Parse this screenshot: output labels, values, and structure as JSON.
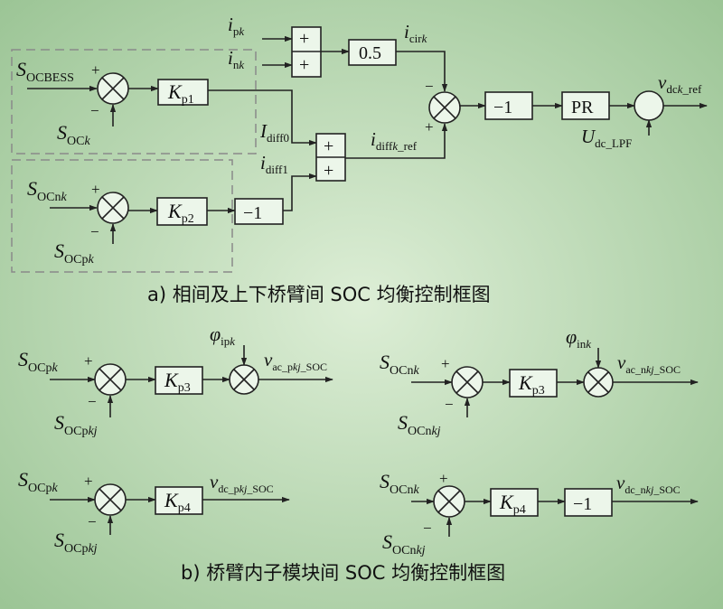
{
  "colors": {
    "background_center": "#ddeed6",
    "background_edge": "#9cc596",
    "block_fill": "#ecf6ea",
    "line": "#222222",
    "dashed_frame": "#8a8a8a"
  },
  "icons": [
    "summing-junction-icon",
    "signal-arrow-icon"
  ],
  "part_a": {
    "caption": "a) 相间及上下桥臂间 SOC 均衡控制框图",
    "soc_bess": {
      "main": "S",
      "sub": "OCBESS"
    },
    "soc_k": {
      "main": "S",
      "sub": "OC",
      "sub_it": "k"
    },
    "soc_nk": {
      "main": "S",
      "sub": "OCn",
      "sub_it": "k"
    },
    "soc_pk": {
      "main": "S",
      "sub": "OCp",
      "sub_it": "k"
    },
    "kp1": {
      "main": "K",
      "sub": "p1"
    },
    "kp2": {
      "main": "K",
      "sub": "p2"
    },
    "neg1_a": "−1",
    "neg1_b": "−1",
    "i_pk": {
      "main": "i",
      "sub": "p",
      "sub_it": "k"
    },
    "i_nk": {
      "main": "i",
      "sub": "n",
      "sub_it": "k"
    },
    "gain_half": "0.5",
    "i_cirk": {
      "main": "i",
      "sub": "cir",
      "sub_it": "k"
    },
    "i_diff0": {
      "main": "I",
      "sub": "diff0"
    },
    "i_diff1": {
      "main": "i",
      "sub": "diff1"
    },
    "i_diffk_ref": {
      "main": "i",
      "sub": "diff",
      "sub_it": "k",
      "sub2": "_ref"
    },
    "pr": "PR",
    "u_dc_lpf": {
      "main": "U",
      "sub": "dc_LPF"
    },
    "v_dck_ref": {
      "main": "v",
      "sub": "dc",
      "sub_it": "k",
      "sub2": "_ref"
    },
    "plus": "+",
    "minus": "−"
  },
  "part_b": {
    "caption": "b) 桥臂内子模块间 SOC 均衡控制框图",
    "soc_pk": {
      "main": "S",
      "sub": "OCp",
      "sub_it": "k"
    },
    "soc_pkj": {
      "main": "S",
      "sub": "OCp",
      "sub_it": "kj"
    },
    "soc_nk": {
      "main": "S",
      "sub": "OCn",
      "sub_it": "k"
    },
    "soc_nkj": {
      "main": "S",
      "sub": "OCn",
      "sub_it": "kj"
    },
    "kp3": {
      "main": "K",
      "sub": "p3"
    },
    "kp4": {
      "main": "K",
      "sub": "p4"
    },
    "neg1": "−1",
    "phi_ipk": {
      "main": "φ",
      "sub": "ip",
      "sub_it": "k"
    },
    "phi_ink": {
      "main": "φ",
      "sub": "in",
      "sub_it": "k"
    },
    "v_ac_pkj": {
      "main": "v",
      "sub": "ac_p",
      "sub_it": "kj",
      "sub2": "_SOC"
    },
    "v_ac_nkj": {
      "main": "v",
      "sub": "ac_n",
      "sub_it": "kj",
      "sub2": "_SOC"
    },
    "v_dc_pkj": {
      "main": "v",
      "sub": "dc_p",
      "sub_it": "kj",
      "sub2": "_SOC"
    },
    "v_dc_nkj": {
      "main": "v",
      "sub": "dc_n",
      "sub_it": "kj",
      "sub2": "_SOC"
    },
    "plus": "+",
    "minus": "−"
  }
}
